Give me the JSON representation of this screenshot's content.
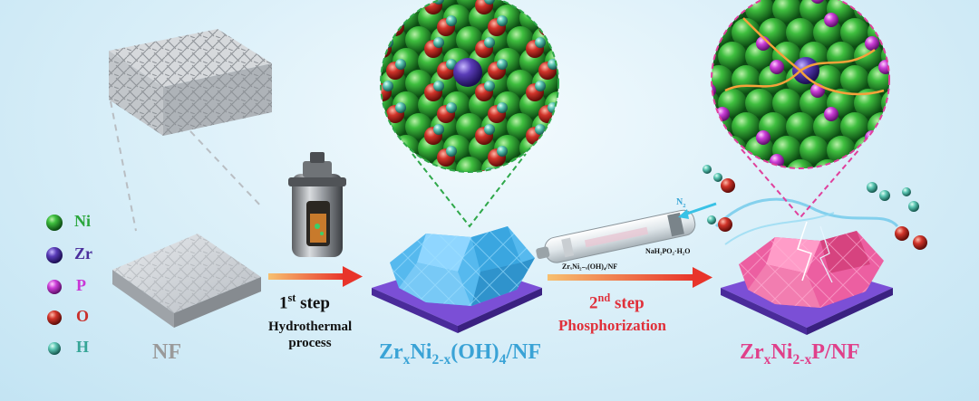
{
  "legend": [
    {
      "symbol": "Ni",
      "color": "#1f9e3a",
      "text_color": "#2aa63c"
    },
    {
      "symbol": "Zr",
      "color": "#4b2f9c",
      "text_color": "#4b2f9c"
    },
    {
      "symbol": "P",
      "color": "#c936d6",
      "text_color": "#c936d6"
    },
    {
      "symbol": "O",
      "color": "#c9302c",
      "text_color": "#c9302c"
    },
    {
      "symbol": "H",
      "color": "#4fb7a6",
      "text_color": "#35a596"
    }
  ],
  "labels": {
    "nf": "NF",
    "product1": {
      "a": "Zr",
      "b": "x",
      "c": "Ni",
      "d": "2-x",
      "e": "(OH)",
      "f": "4",
      "g": "/NF"
    },
    "product2": {
      "a": "Zr",
      "b": "x",
      "c": "Ni",
      "d": "2-x",
      "e": "P/NF"
    }
  },
  "step1": {
    "num": "1",
    "sup": "st",
    "word": "step",
    "line1": "Hydrothermal",
    "line2": "process"
  },
  "step2": {
    "num": "2",
    "sup": "nd",
    "word": "step",
    "process": "Phosphorization"
  },
  "tube": {
    "n2": "N",
    "n2_sub": "2",
    "left_label": "ZrₓNi₂₋ₓ(OH)₄/NF",
    "right_label": "NaH₂PO₂·H₂O"
  },
  "colors": {
    "product1_text": "#3aa3d6",
    "product2_text": "#e0408a",
    "nf_text": "#9a9a9a",
    "step2_text": "#e0303a",
    "arrow_start": "#f7c070",
    "arrow_end": "#e8342a"
  }
}
